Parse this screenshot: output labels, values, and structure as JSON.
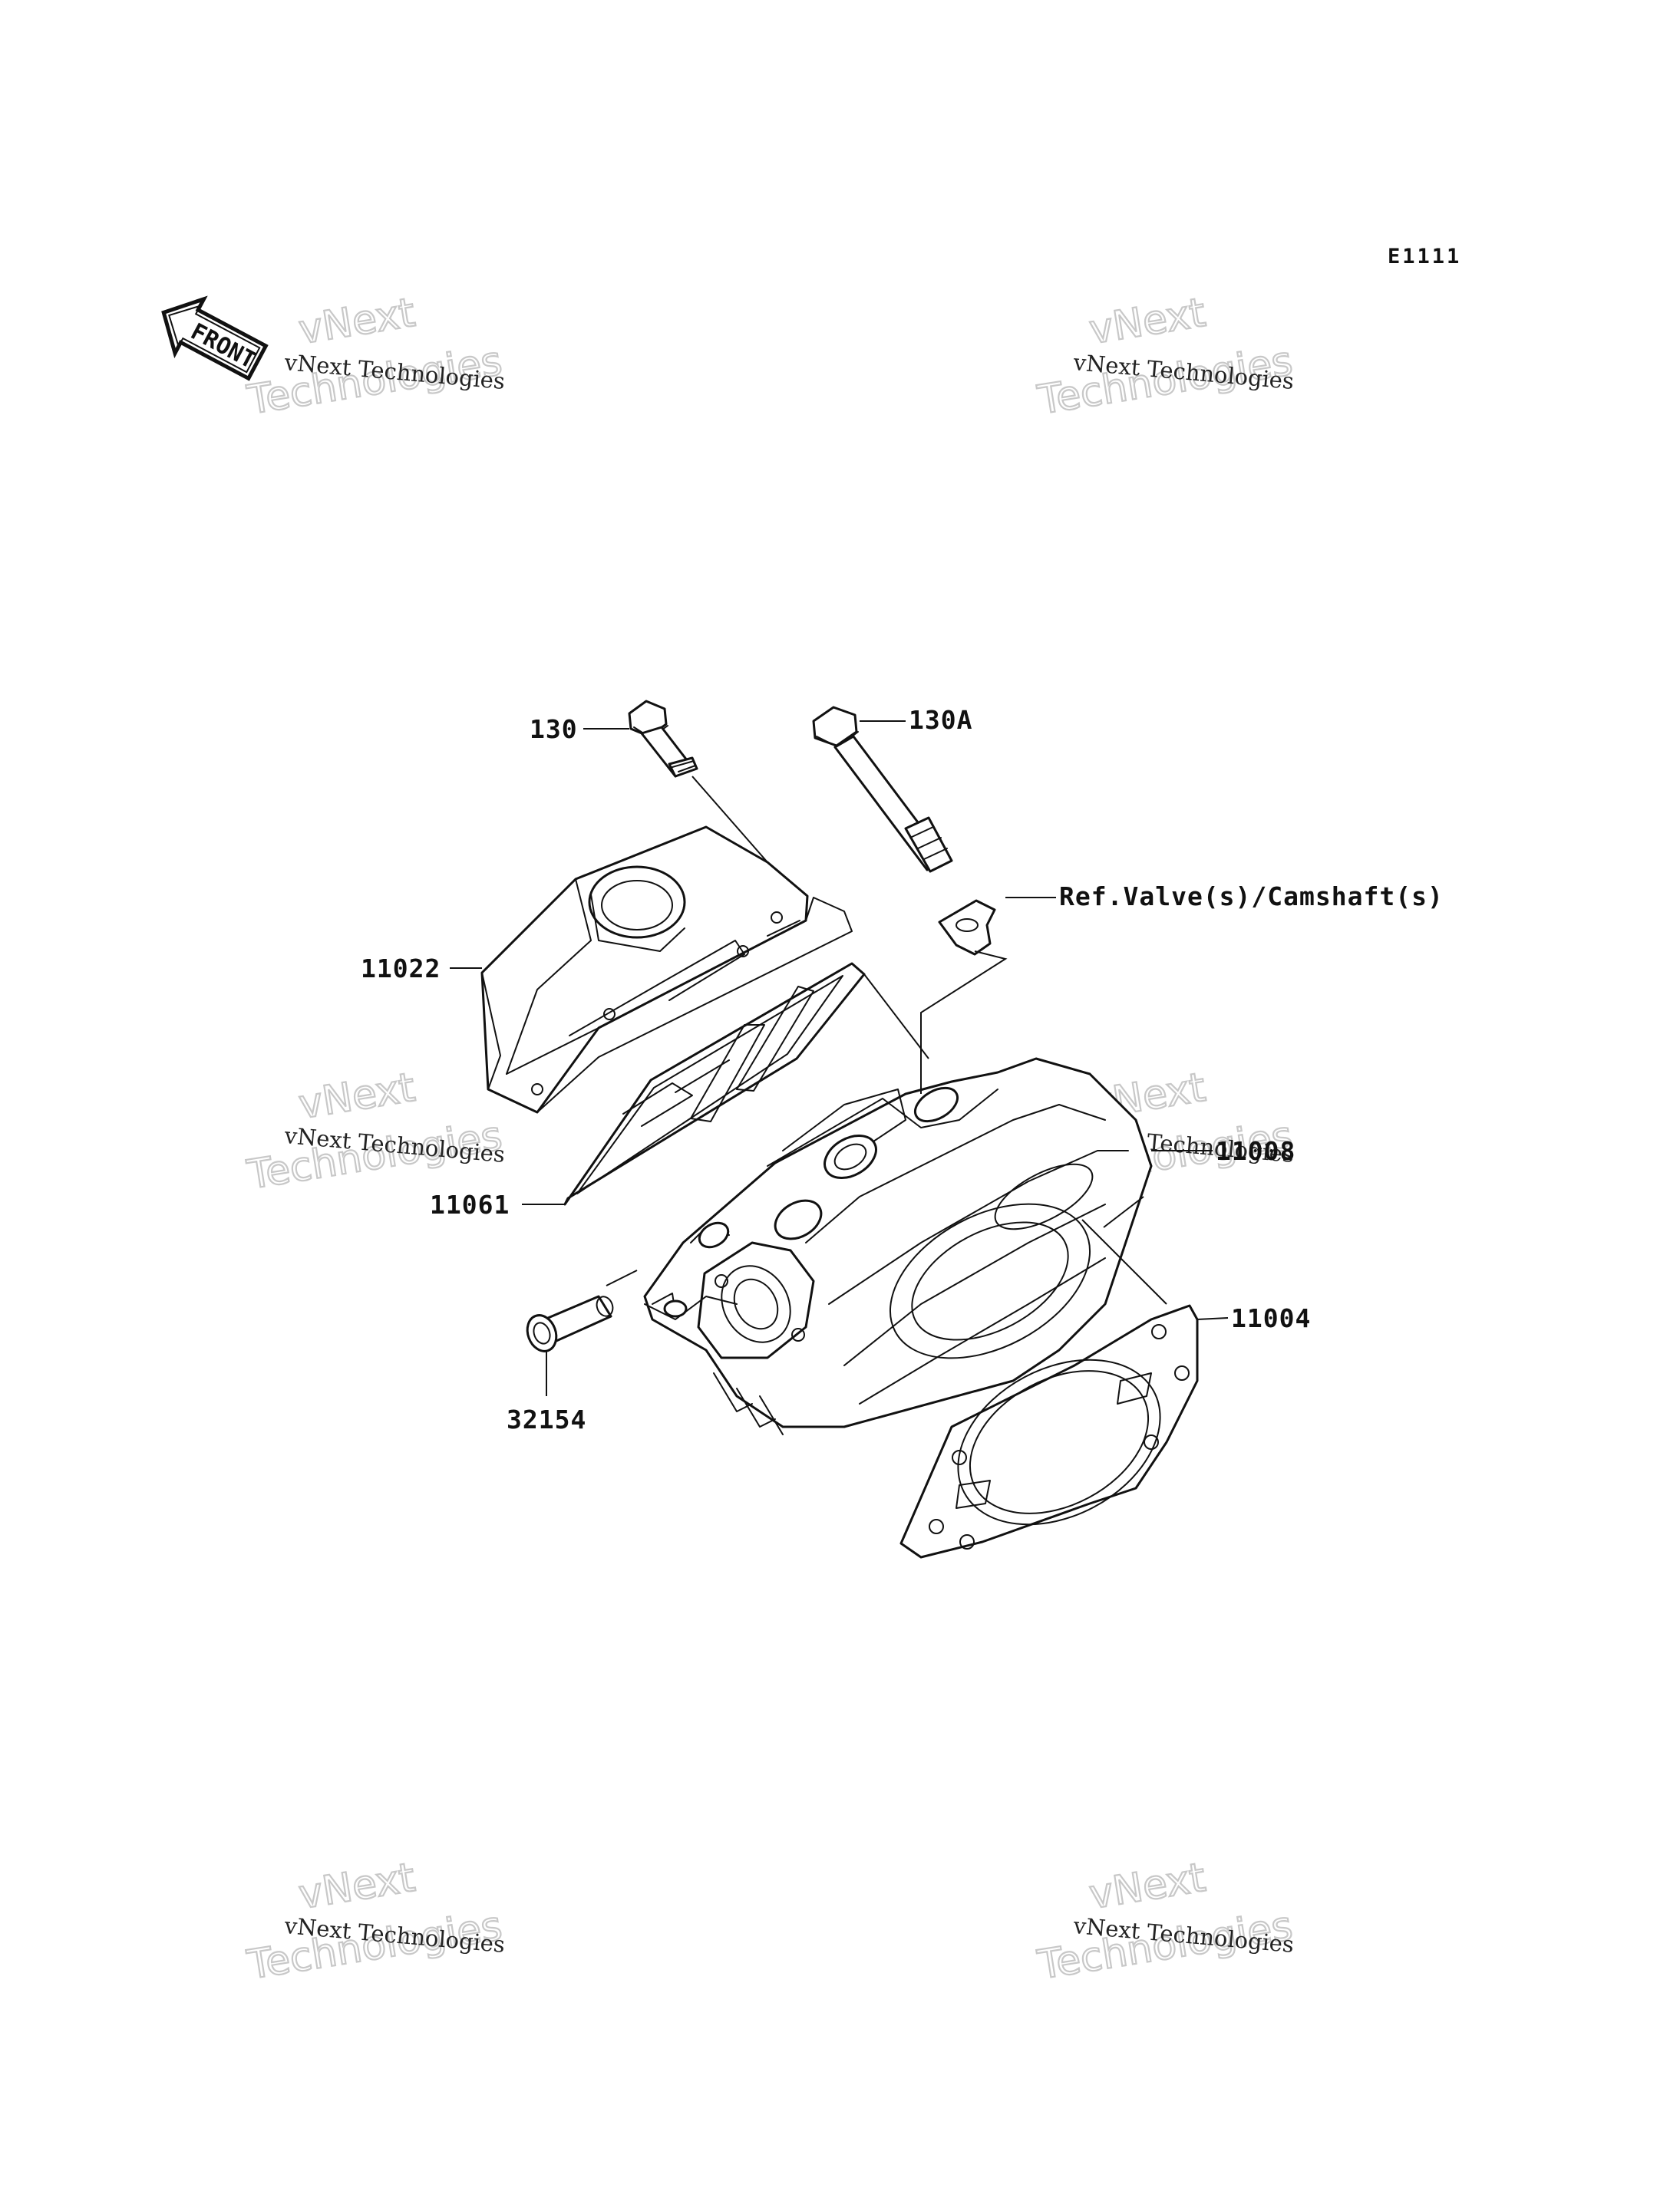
{
  "diagram_code": "E1111",
  "front_label": "FRONT",
  "watermark": {
    "small": "vNext Technologies",
    "big_line1": "vNext",
    "big_line2": "Technologies"
  },
  "callouts": [
    {
      "id": "bolt-130",
      "text": "130"
    },
    {
      "id": "bolt-130a",
      "text": "130A"
    },
    {
      "id": "ref-note",
      "text": "Ref.Valve(s)/Camshaft(s)"
    },
    {
      "id": "cover-11022",
      "text": "11022"
    },
    {
      "id": "head-11008",
      "text": "11008"
    },
    {
      "id": "gasket-11061",
      "text": "11061"
    },
    {
      "id": "gasket-11004",
      "text": "11004"
    },
    {
      "id": "pipe-32154",
      "text": "32154"
    }
  ]
}
